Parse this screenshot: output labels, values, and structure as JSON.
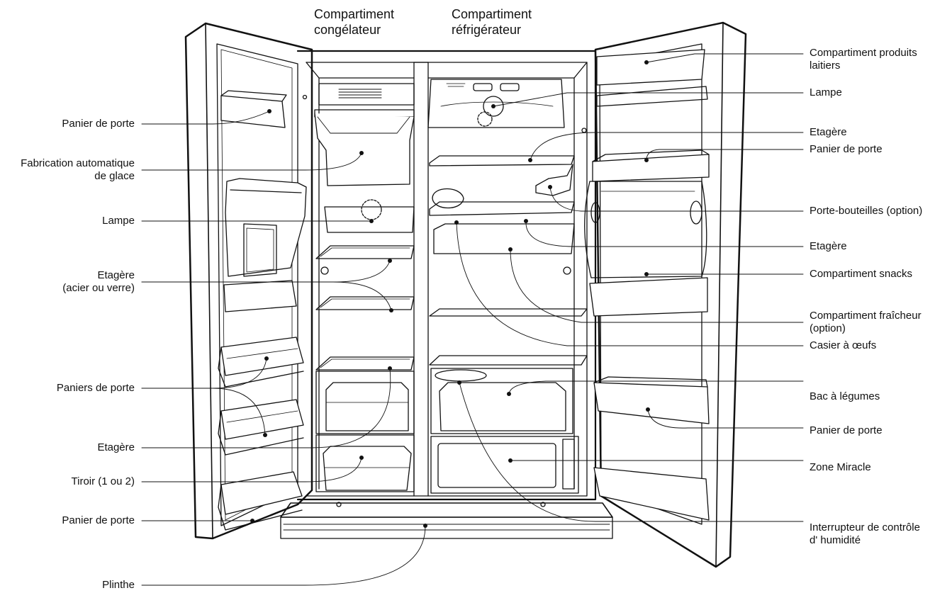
{
  "header": {
    "freezer_line1": "Compartiment",
    "freezer_line2": "congélateur",
    "fridge_line1": "Compartiment",
    "fridge_line2": "réfrigérateur"
  },
  "left_labels": {
    "door_bin_1": "Panier de porte",
    "ice_maker_line1": "Fabrication automatique",
    "ice_maker_line2": "de glace",
    "lamp": "Lampe",
    "shelf_line1": "Etagère",
    "shelf_line2": "(acier ou verre)",
    "door_bins": "Paniers de porte",
    "shelf_2": "Etagère",
    "drawer": "Tiroir (1 ou 2)",
    "door_bin_2": "Panier de porte",
    "kick_plate": "Plinthe"
  },
  "right_labels": {
    "dairy_line1": "Compartiment produits",
    "dairy_line2": "laitiers",
    "lamp": "Lampe",
    "shelf_1": "Etagère",
    "door_bin_1": "Panier de porte",
    "bottle_holder": "Porte-bouteilles (option)",
    "shelf_2": "Etagère",
    "snack": "Compartiment snacks",
    "fresh_line1": "Compartiment fraîcheur",
    "fresh_line2": "(option)",
    "egg": "Casier à œufs",
    "vegetable": "Bac à légumes",
    "door_bin_2": "Panier de porte",
    "miracle": "Zone Miracle",
    "humidity_line1": "Interrupteur de contrôle",
    "humidity_line2": "d' humidité"
  }
}
